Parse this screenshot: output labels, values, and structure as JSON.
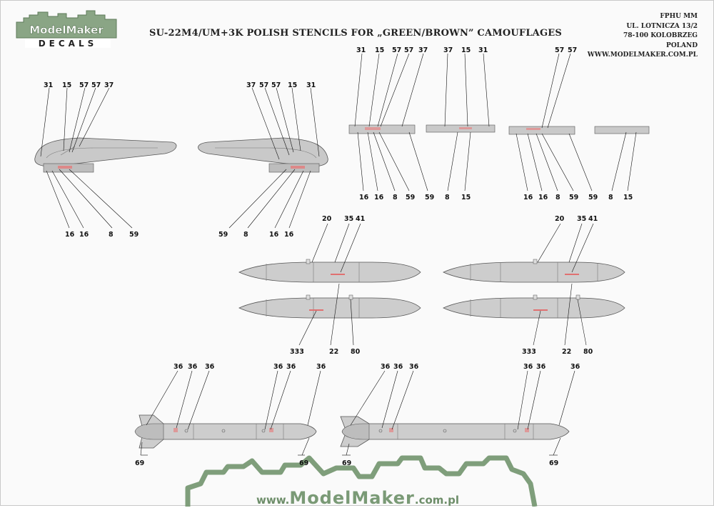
{
  "header": {
    "title": "SU-22M4/UM+3K POLISH STENCILS FOR „GREEN/BROWN” CAMOUFLAGES",
    "address": [
      "FPHU MM",
      "UL. LOTNICZA 13/2",
      "78-100 KOLOBRZEG",
      "POLAND",
      "WWW.MODELMAKER.COM.PL"
    ]
  },
  "logo": {
    "line1": "ModelMaker",
    "line2": "DECALS"
  },
  "footer": {
    "prefix": "www.",
    "brand": "ModelMaker",
    "suffix": ".com.pl"
  },
  "callouts": {
    "wing_left": {
      "top": [
        "31",
        "15",
        "57",
        "57",
        "37"
      ],
      "bottom": [
        "16",
        "16",
        "8",
        "59"
      ]
    },
    "wing_right": {
      "top": [
        "37",
        "57",
        "57",
        "15",
        "31"
      ],
      "bottom": [
        "59",
        "8",
        "16",
        "16"
      ]
    },
    "pylon_a": {
      "top": [
        "31",
        "15",
        "57",
        "57",
        "37"
      ],
      "bottom": [
        "16",
        "16",
        "8",
        "59",
        "59"
      ]
    },
    "pylon_b": {
      "top": [
        "37",
        "15",
        "31"
      ],
      "bottom": [
        "8",
        "15"
      ]
    },
    "pylon_c": {
      "top": [
        "57",
        "57"
      ],
      "bottom": [
        "16",
        "16",
        "8",
        "59",
        "59"
      ]
    },
    "pylon_d": {
      "bottom": [
        "8",
        "15"
      ]
    },
    "tank_left": {
      "top": [
        "20",
        "35",
        "41"
      ],
      "bottom": [
        "333",
        "22",
        "80"
      ]
    },
    "tank_right": {
      "top": [
        "20",
        "35",
        "41"
      ],
      "bottom": [
        "333",
        "22",
        "80"
      ]
    },
    "big_tank_left": {
      "top": [
        "36",
        "36",
        "36",
        "36",
        "36",
        "36"
      ],
      "bottom": [
        "69",
        "69"
      ]
    },
    "big_tank_right": {
      "top": [
        "36",
        "36",
        "36",
        "36",
        "36",
        "36"
      ],
      "bottom": [
        "69",
        "69"
      ]
    }
  }
}
